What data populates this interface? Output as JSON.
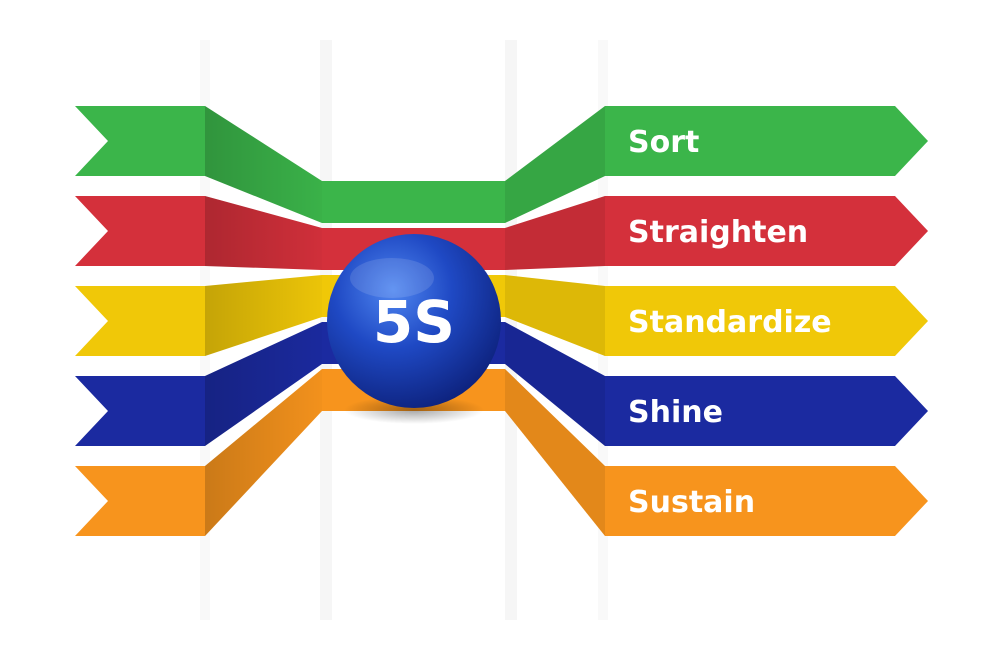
{
  "center": {
    "label": "5S",
    "color": "#1d3fb0"
  },
  "ribbons": [
    {
      "label": "Sort",
      "color": "#3bb54a"
    },
    {
      "label": "Straighten",
      "color": "#d4303b"
    },
    {
      "label": "Standardize",
      "color": "#f0c808"
    },
    {
      "label": "Shine",
      "color": "#1b2aa0"
    },
    {
      "label": "Sustain",
      "color": "#f7941d"
    }
  ]
}
